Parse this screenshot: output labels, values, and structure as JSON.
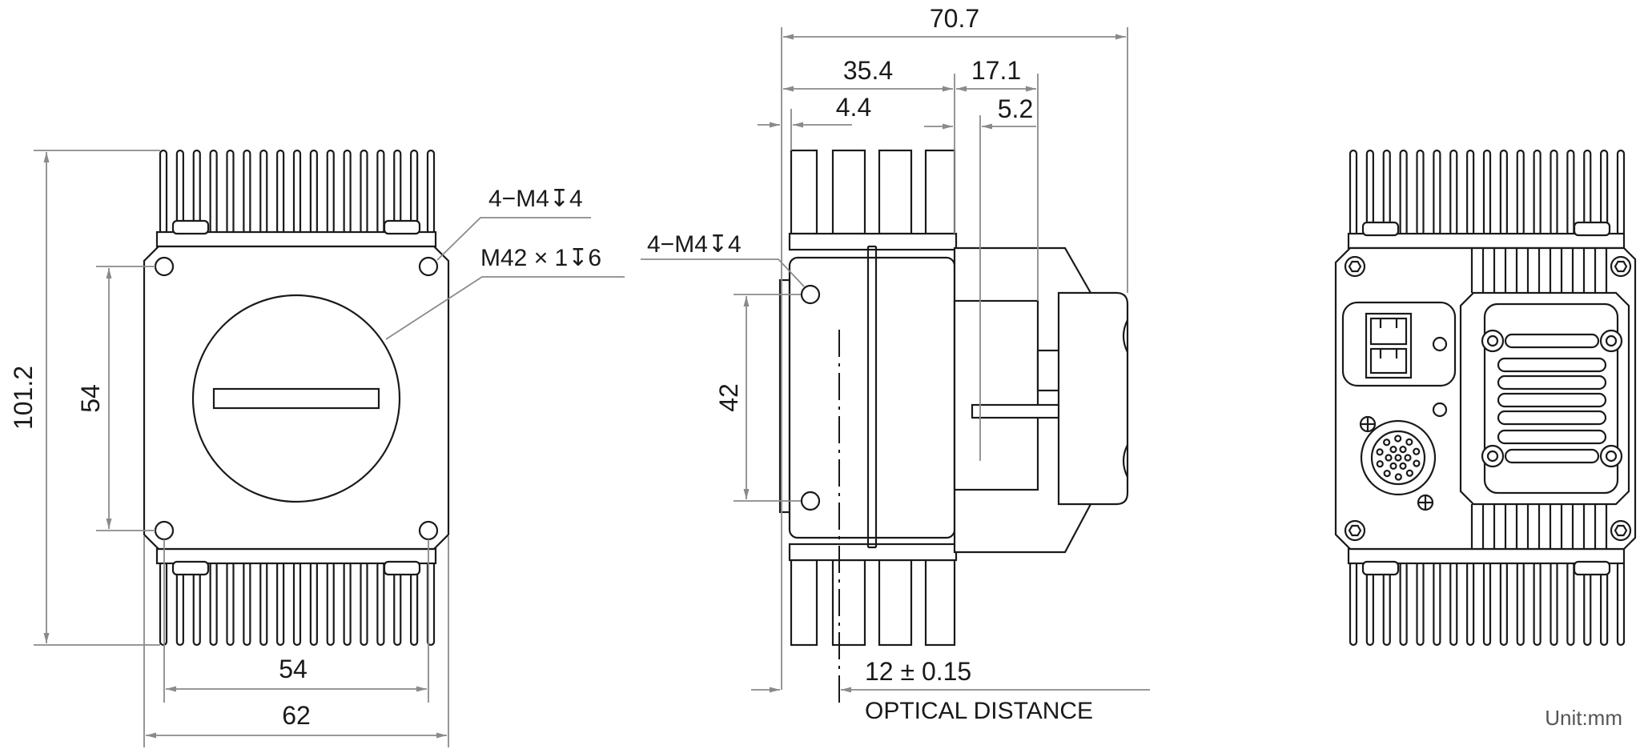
{
  "front_view": {
    "dim_height": "101.2",
    "dim_hole_v": "54",
    "dim_hole_h": "54",
    "dim_width": "62",
    "callout_holes": "4−M4↧4",
    "callout_mount": "M42 × 1↧6"
  },
  "side_view": {
    "dim_total": "70.7",
    "dim_front": "35.4",
    "dim_rear": "17.1",
    "dim_flange": "4.4",
    "dim_step": "5.2",
    "dim_hole_v": "42",
    "callout_holes": "4−M4↧4",
    "dim_optical": "12 ± 0.15",
    "label_optical": "OPTICAL DISTANCE"
  },
  "unit_label": "Unit:mm",
  "colors": {
    "outline": "#1a1a1a",
    "dimension": "#8a8a8a",
    "background": "#ffffff"
  },
  "icons": [
    "screw-icon",
    "ground-icon",
    "connector-icon"
  ]
}
